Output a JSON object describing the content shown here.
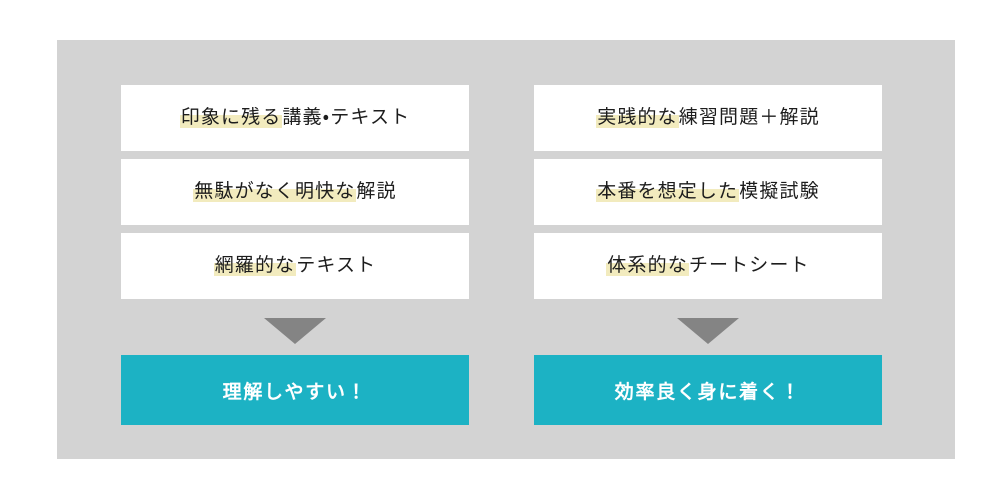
{
  "theme": {
    "panel_bg": "#d3d3d3",
    "card_bg": "#ffffff",
    "highlight": "#f2ebbe",
    "accent_teal": "#1cb2c4",
    "arrow_gray": "#848484",
    "text_color": "#1d1d1d",
    "banner_text_color": "#ffffff",
    "page_bg": "#ffffff"
  },
  "columns": [
    {
      "id": "understanding",
      "cards": [
        {
          "full_text": "印象に残る講義・テキスト",
          "highlight": "印象に残る",
          "rest": "講義・テキスト"
        },
        {
          "full_text": "無駄がなく明快な解説",
          "highlight": "無駄がなく明快な",
          "rest": "解説"
        },
        {
          "full_text": "網羅的なテキスト",
          "highlight": "網羅的な",
          "rest": "テキスト"
        }
      ],
      "arrow_icon": "triangle-down-icon",
      "banner_label": "理解しやすい！"
    },
    {
      "id": "efficiency",
      "cards": [
        {
          "full_text": "実践的な練習問題＋解説",
          "highlight": "実践的な",
          "rest": "練習問題＋解説"
        },
        {
          "full_text": "本番を想定した模擬試験",
          "highlight": "本番を想定した",
          "rest": "模擬試験"
        },
        {
          "full_text": "体系的なチートシート",
          "highlight": "体系的な",
          "rest": "チートシート"
        }
      ],
      "arrow_icon": "triangle-down-icon",
      "banner_label": "効率良く身に着く！"
    }
  ]
}
